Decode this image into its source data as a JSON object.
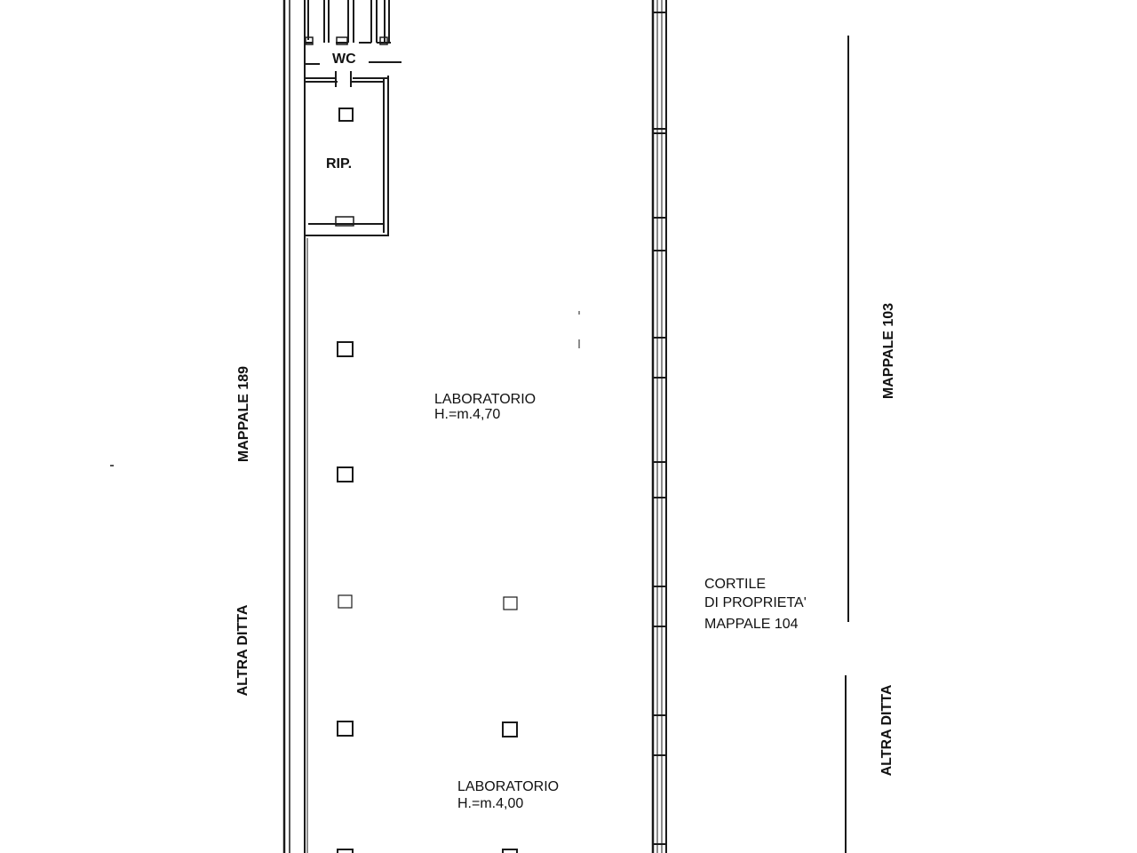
{
  "rooms": {
    "wc": "WC",
    "storage": "RIP.",
    "lab_upper": {
      "name": "LABORATORIO",
      "height": "H.=m.4,70"
    },
    "lab_lower": {
      "name": "LABORATORIO",
      "height": "H.=m.4,00"
    }
  },
  "courtyard": {
    "line1": "CORTILE",
    "line2": "DI PROPRIETA'",
    "line3": "MAPPALE 104"
  },
  "neighbors": {
    "left_parcel": "MAPPALE 189",
    "left_owner": "ALTRA DITTA",
    "right_parcel": "MAPPALE 103",
    "right_owner": "ALTRA DITTA"
  },
  "colors": {
    "line": "#1a1a1a",
    "background": "#ffffff"
  }
}
